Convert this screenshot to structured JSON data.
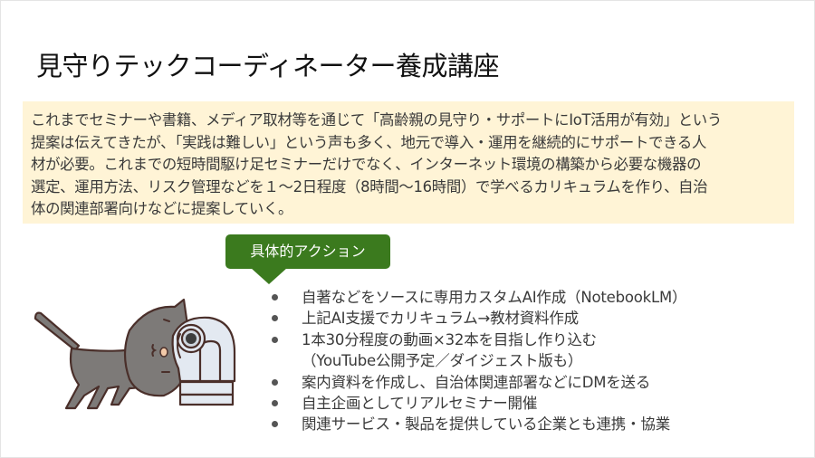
{
  "slide": {
    "title": "見守りテックコーディネーター養成講座",
    "summary": {
      "background_color": "#fff4d6",
      "lines": [
        "これまでセミナーや書籍、メディア取材等を通じて「高齢親の見守り・サポートにIoT活用が有効」という",
        "提案は伝えてきたが、「実践は難しい」という声も多く、地元で導入・運用を継続的にサポートできる人",
        "材が必要。これまでの短時間駆け足セミナーだけでなく、インターネット環境の構築から必要な機器の",
        "選定、運用方法、リスク管理などを１～2日程度（8時間～16時間）で学べるカリキュラムを作り、自治",
        "体の関連部署向けなどに提案していく。"
      ]
    },
    "callout": {
      "label": "具体的アクション",
      "color": "#3b7a1e"
    },
    "actions": [
      {
        "text": "自著などをソースに専用カスタムAI作成（NotebookLM）"
      },
      {
        "text": "上記AI支援でカリキュラム→教材資料作成"
      },
      {
        "text": "1本30分程度の動画×32本を目指し作り込む",
        "continuation": "（YouTube公開予定／ダイジェスト版も）"
      },
      {
        "text": "案内資料を作成し、自治体関連部署などにDMを送る"
      },
      {
        "text": "自主企画としてリアルセミナー開催"
      },
      {
        "text": "関連サービス・製品を提供している企業とも連携・協業"
      }
    ],
    "illustration": {
      "icon": "cat-with-camera-illustration",
      "cat_color": "#7d7a78",
      "outline_color": "#4a2f2a",
      "camera_color": "#e3e9f1"
    }
  }
}
